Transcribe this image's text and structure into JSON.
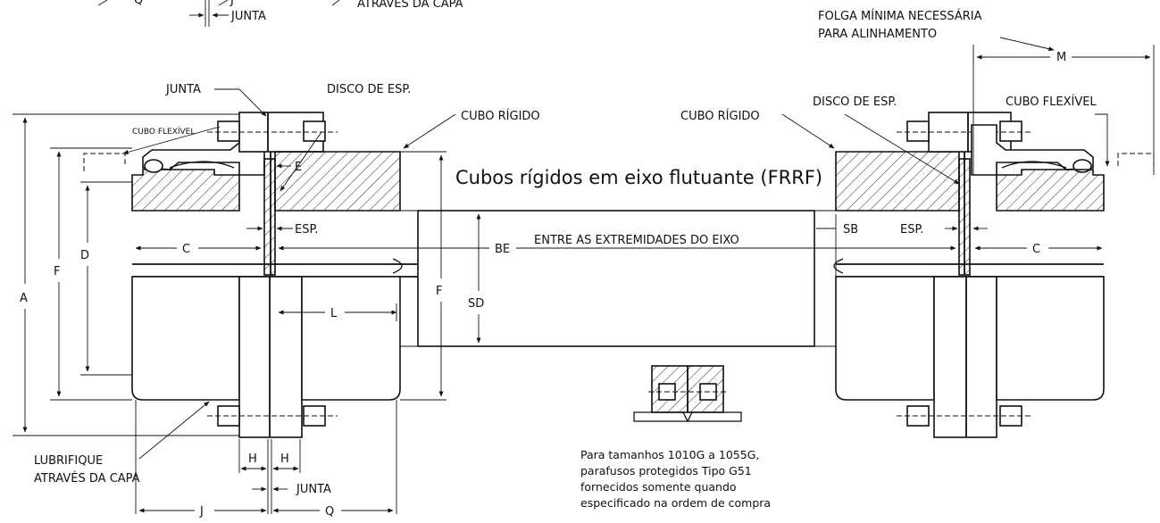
{
  "diagram": {
    "title": "Cubos rígidos em eixo flutuante (FRRF)",
    "labels": {
      "junta_top": "JUNTA",
      "disco_esp_left": "DISCO DE ESP.",
      "cubo_rigido_left": "CUBO RÍGIDO",
      "cubo_flexivel_left": "CUBO FLEXÍVEL",
      "cubo_rigido_right": "CUBO RÍGIDO",
      "disco_esp_right": "DISCO DE ESP.",
      "cubo_flexivel_right": "CUBO FLEXÍVEL",
      "folga_line1": "FOLGA MÍNIMA NECESSÁRIA",
      "folga_line2": "PARA ALINHAMENTO",
      "m": "M",
      "a": "A",
      "f_left": "F",
      "d": "D",
      "c_left": "C",
      "c_right": "C",
      "e": "E",
      "esp_left": "ESP.",
      "esp_right": "ESP.",
      "sb": "SB",
      "be": "BE",
      "entre": "ENTRE AS EXTREMIDADES DO EIXO",
      "f_center": "F",
      "sd": "SD",
      "l": "L",
      "h1": "H",
      "h2": "H",
      "junta_bottom": "JUNTA",
      "j": "J",
      "q": "Q",
      "lub_line1": "LUBRIFIQUE",
      "lub_line2": "ATRAVÉS DA CAPA",
      "top_junta": "JUNTA",
      "top_q": "Q",
      "top_j": "J",
      "top_capa": "ATRAVÉS DA CAPA"
    },
    "note": [
      "Para tamanhos 1010G a 1055G,",
      "parafusos protegidos Tipo G51",
      "fornecidos somente quando",
      "especificado na ordem de compra"
    ]
  }
}
